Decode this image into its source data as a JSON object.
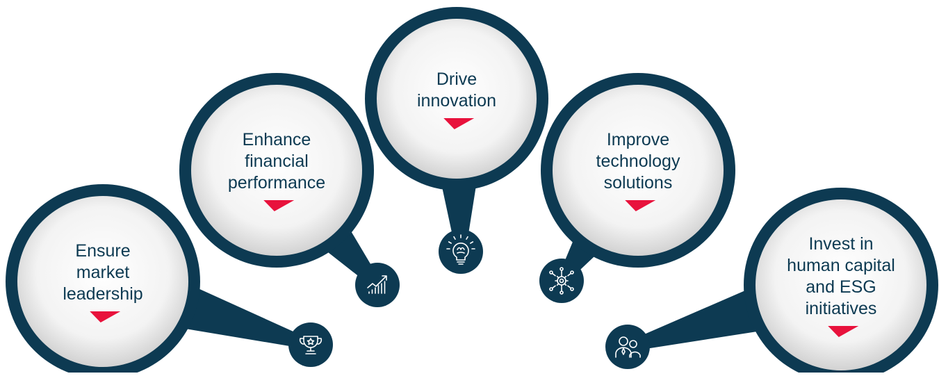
{
  "colors": {
    "ring": "#0d3a52",
    "inner_light": "#ffffff",
    "inner_dark": "#dcdcdc",
    "text": "#0d3a52",
    "accent": "#e8123c",
    "icon_bg": "#0d3a52",
    "icon_stroke": "#ffffff"
  },
  "nodes": [
    {
      "id": "market-leadership",
      "lines": [
        "Ensure",
        "market",
        "leadership"
      ],
      "icon": "trophy-icon"
    },
    {
      "id": "financial-performance",
      "lines": [
        "Enhance",
        "financial",
        "performance"
      ],
      "icon": "growth-chart-icon"
    },
    {
      "id": "innovation",
      "lines": [
        "Drive",
        "innovation"
      ],
      "icon": "lightbulb-brain-icon"
    },
    {
      "id": "technology-solutions",
      "lines": [
        "Improve",
        "technology",
        "solutions"
      ],
      "icon": "gear-network-icon"
    },
    {
      "id": "human-capital-esg",
      "lines": [
        "Invest in",
        "human capital",
        "and ESG",
        "initiatives"
      ],
      "icon": "people-icon"
    }
  ]
}
